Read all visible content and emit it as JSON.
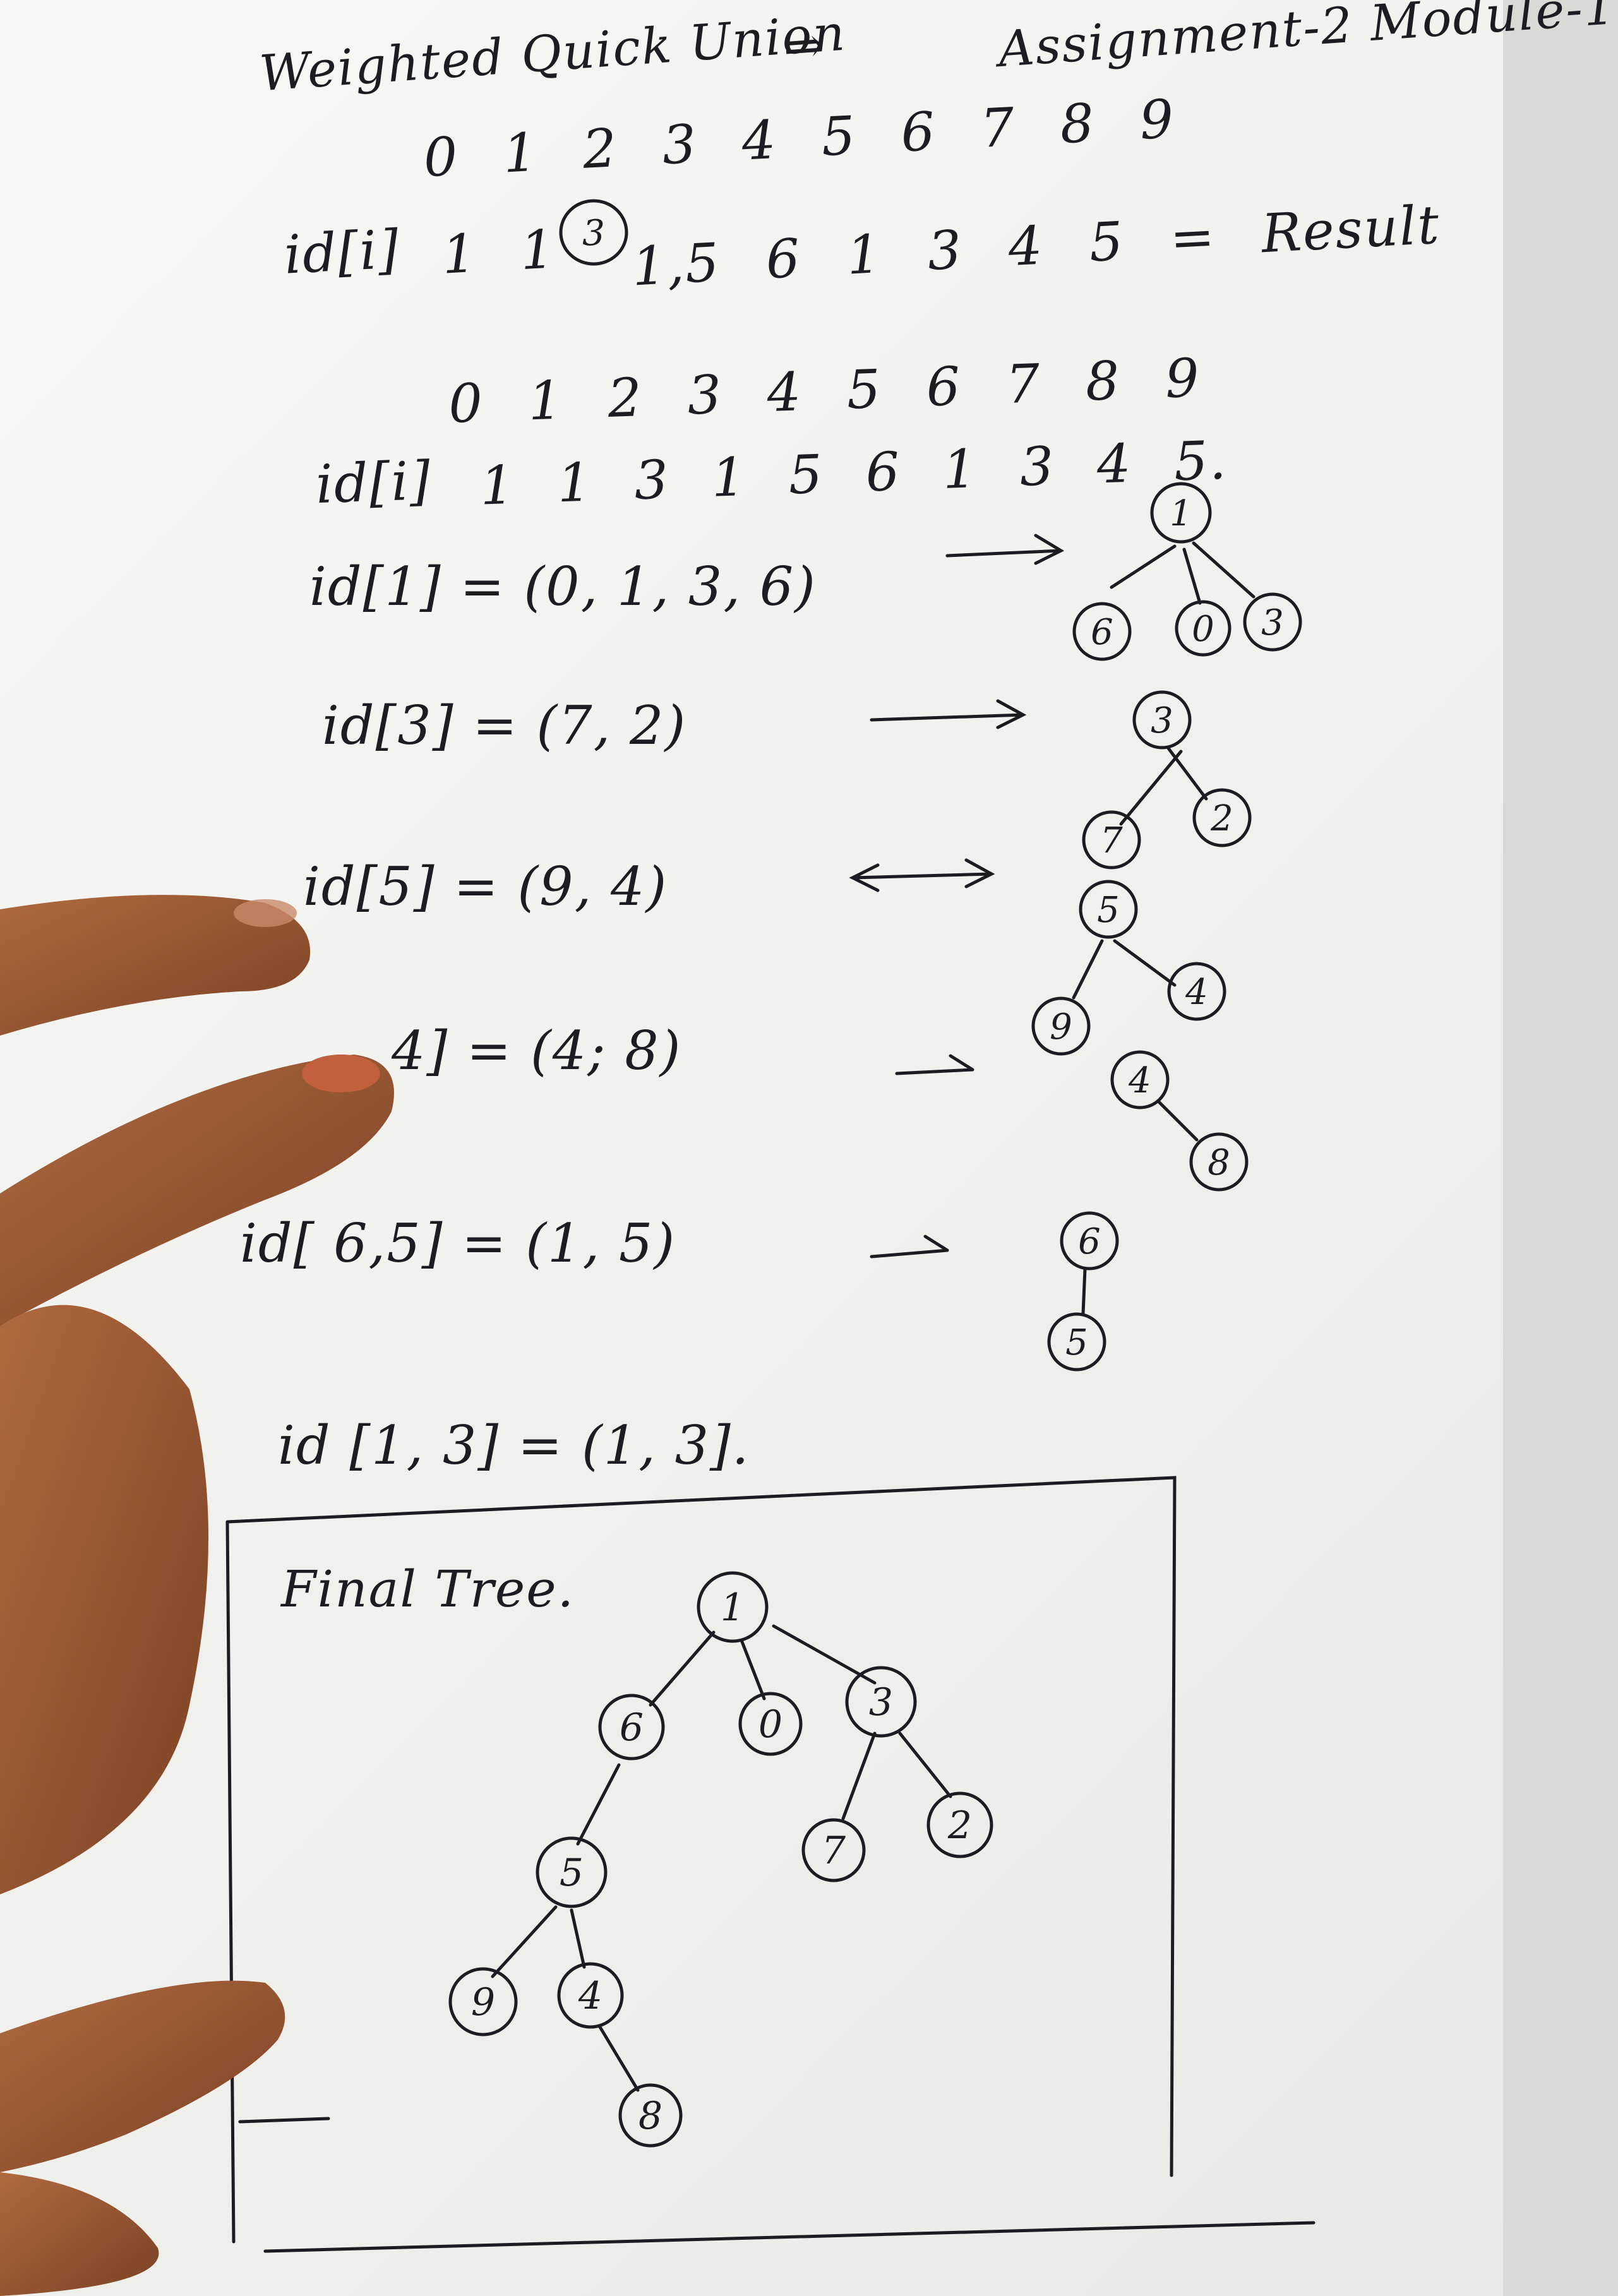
{
  "header": {
    "title": "Weighted Quick Union",
    "arrow": "⇒",
    "assignment": "Assignment-2 Module-1"
  },
  "table1": {
    "indices": "0 1 2 3 4 5 6 7 8 9",
    "label": "id[i]",
    "pre": "1 1",
    "circled": "3",
    "post": "1,5 6 1 3 4 5 = Result"
  },
  "table2": {
    "indices": "0 1 2 3 4 5 6 7 8 9",
    "label": "id[i]",
    "values": "1 1 3 1 5 6 1 3 4 5."
  },
  "steps": [
    {
      "expr": "id[1] = (0, 1, 3, 6)"
    },
    {
      "expr": "id[3] = (7, 2)"
    },
    {
      "expr": "id[5] = (9, 4)"
    },
    {
      "expr": "4] = (4; 8)"
    },
    {
      "expr": "id[ 6,5] = (1, 5)"
    },
    {
      "expr": "id [1, 3] = (1, 3]."
    }
  ],
  "final_tree": {
    "label": "Final Tree.",
    "root": "1",
    "edges": [
      [
        "1",
        "6"
      ],
      [
        "1",
        "0"
      ],
      [
        "1",
        "3"
      ],
      [
        "6",
        "5"
      ],
      [
        "5",
        "9"
      ],
      [
        "5",
        "4"
      ],
      [
        "4",
        "8"
      ],
      [
        "3",
        "7"
      ],
      [
        "3",
        "2"
      ]
    ]
  },
  "colors": {
    "ink": "#1c1c22",
    "paper": "#f4f4f1",
    "skin": "#9a5a36"
  }
}
